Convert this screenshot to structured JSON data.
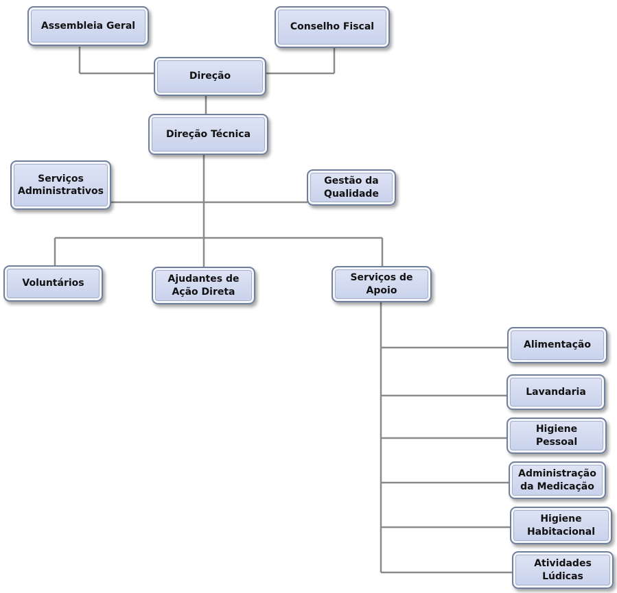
{
  "org_chart": {
    "nodes": {
      "assembleia_geral": "Assembleia Geral",
      "conselho_fiscal": "Conselho Fiscal",
      "direcao": "Direção",
      "direcao_tecnica": "Direção Técnica",
      "servicos_administrativos": "Serviços\nAdministrativos",
      "gestao_qualidade": "Gestão da\nQualidade",
      "voluntarios": "Voluntários",
      "ajudantes_acao_direta": "Ajudantes de\nAção Direta",
      "servicos_apoio": "Serviços de\nApoio",
      "alimentacao": "Alimentação",
      "lavandaria": "Lavandaria",
      "higiene_pessoal": "Higiene\nPessoal",
      "administracao_medicacao": "Administração\nda Medicação",
      "higiene_habitacional": "Higiene\nHabitacional",
      "atividades_ludicas": "Atividades\nLúdicas"
    },
    "colors": {
      "box_fill": "#c8d1ec",
      "box_border": "#6f7f9b",
      "connector": "#8a8a8a",
      "text": "#111111"
    }
  }
}
